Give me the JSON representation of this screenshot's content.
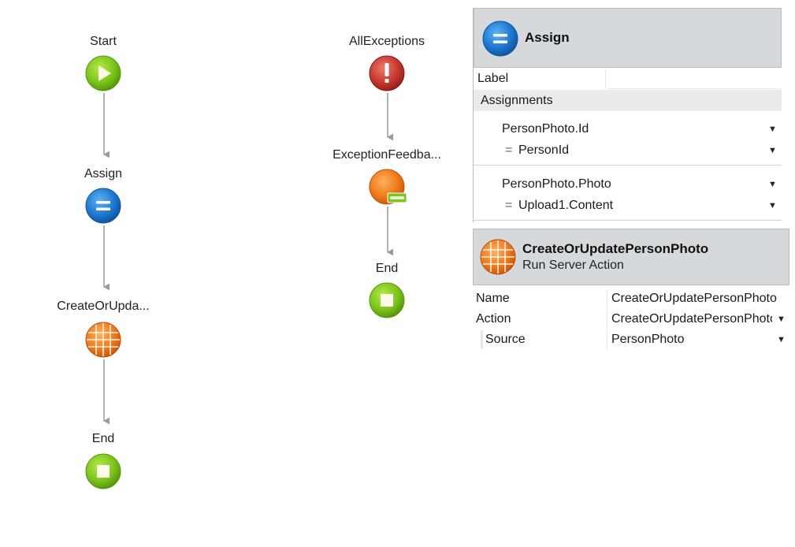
{
  "flow_main": {
    "start": "Start",
    "assign": "Assign",
    "server_action": "CreateOrUpda...",
    "end": "End"
  },
  "flow_exception": {
    "handler": "AllExceptions",
    "feedback": "ExceptionFeedba...",
    "end": "End"
  },
  "assign_panel": {
    "title": "Assign",
    "label_field": "Label",
    "label_value": "",
    "assignments_header": "Assignments",
    "assignments": [
      {
        "variable": "PersonPhoto.Id",
        "equals": "=",
        "value": "PersonId"
      },
      {
        "variable": "PersonPhoto.Photo",
        "equals": "=",
        "value": "Upload1.Content"
      }
    ]
  },
  "action_panel": {
    "title": "CreateOrUpdatePersonPhoto",
    "subtitle": "Run Server Action",
    "name_label": "Name",
    "name_value": "CreateOrUpdatePersonPhoto",
    "action_label": "Action",
    "action_value": "CreateOrUpdatePersonPhoto",
    "source_label": "Source",
    "source_value": "PersonPhoto"
  },
  "icons": {
    "start": "play-icon",
    "assign": "equals-icon",
    "server_action": "server-action-grid-icon",
    "end": "stop-square-icon",
    "exception": "exclamation-icon",
    "feedback": "feedback-message-icon",
    "dropdown": "chevron-down-icon"
  },
  "colors": {
    "green": "#7cc41c",
    "blue": "#1f78d1",
    "orange": "#f07a1a",
    "red": "#c8372d",
    "panel_header": "#d6d9dc",
    "section_bg": "#ebebeb",
    "connector": "#9a9a9a"
  }
}
